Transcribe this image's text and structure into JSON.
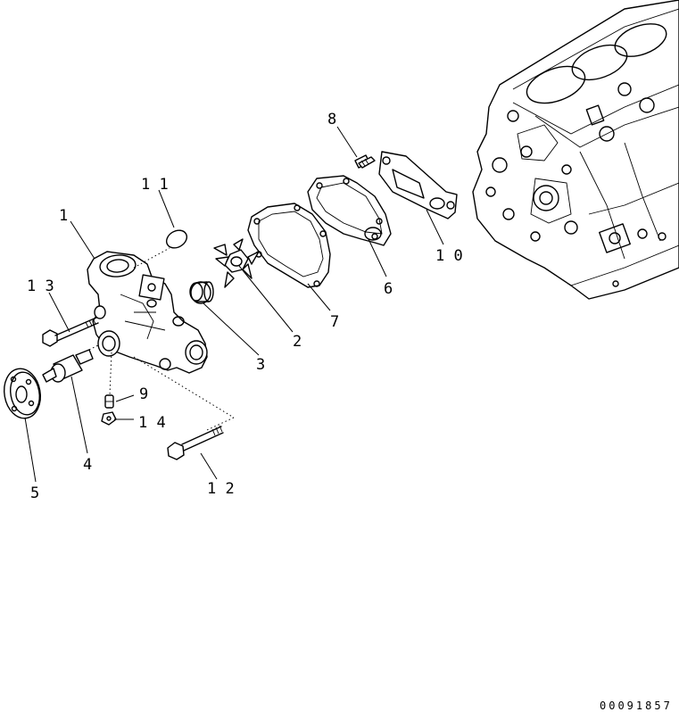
{
  "callouts": {
    "c1": "1",
    "c2": "2",
    "c3": "3",
    "c4": "4",
    "c5": "5",
    "c6": "6",
    "c7": "7",
    "c8": "8",
    "c9": "9",
    "c10": "1 0",
    "c11": "1 1",
    "c12": "1 2",
    "c13": "1 3",
    "c14": "1 4"
  },
  "drawing_number": "00091857",
  "icons": {
    "engine_block": "engine-block-icon",
    "water_pump": "water-pump-icon",
    "gasket": "gasket-icon",
    "impeller": "impeller-icon",
    "bolt": "bolt-icon"
  }
}
